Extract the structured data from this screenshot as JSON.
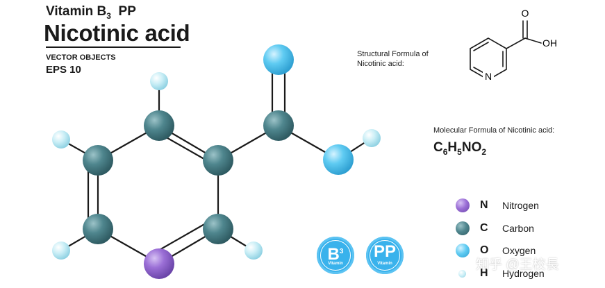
{
  "title": {
    "line1_prefix": "Vitamin B",
    "line1_sub": "3",
    "line1_suffix": "PP",
    "main": "Nicotinic acid",
    "tag1": "VECTOR OBJECTS",
    "tag2": "EPS 10"
  },
  "structural": {
    "caption": "Structural  Formula of Nicotinic acid:",
    "atom_o": "O",
    "atom_oh": "OH",
    "atom_n": "N"
  },
  "molecular": {
    "caption": "Molecular Formula of Nicotinic acid:",
    "parts": [
      {
        "t": "C",
        "s": "6"
      },
      {
        "t": "H",
        "s": "5"
      },
      {
        "t": "NO",
        "s": "2"
      }
    ]
  },
  "legend": [
    {
      "symbol": "N",
      "name": "Nitrogen",
      "color": "#9b6fd6"
    },
    {
      "symbol": "C",
      "name": "Carbon",
      "color": "#4f868e"
    },
    {
      "symbol": "O",
      "name": "Oxygen",
      "color": "#5fcbf2"
    },
    {
      "symbol": "H",
      "name": "Hydrogen",
      "color": "#c9eef6"
    }
  ],
  "badges": [
    {
      "big": "B",
      "sup": "3",
      "small": "Vitamin"
    },
    {
      "big": "PP",
      "sup": "",
      "small": "Vitamin"
    }
  ],
  "watermark": "知乎 @王校長",
  "colors": {
    "nitrogen": "#9b6fd6",
    "carbon": "#4f868e",
    "oxygen": "#5fcbf2",
    "hydrogen": "#c9eef6",
    "bond": "#1a1a1a",
    "badge": "#39b2ec"
  }
}
